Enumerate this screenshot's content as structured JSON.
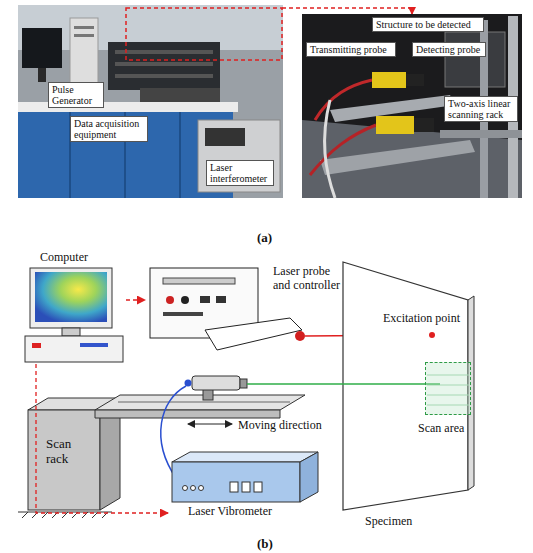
{
  "diagram": {
    "nodes": [
      {
        "text": [
          "Pulse Generator"
        ]
      },
      {
        "text": [
          "Data acquisition equipment"
        ]
      },
      {
        "text": [
          "Laser interferometer"
        ]
      },
      {
        "text": [
          "Structure to be detected"
        ]
      },
      {
        "text": [
          "Transmitting probe"
        ]
      },
      {
        "text": [
          "Detecting probe"
        ]
      },
      {
        "text": [
          "Two-axis linear scanning rack"
        ]
      },
      {
        "text": [
          "Computer"
        ]
      },
      {
        "text": [
          "Laser probe and controller"
        ]
      },
      {
        "text": [
          "Scan rack"
        ]
      },
      {
        "text": [
          "Laser Vibrometer"
        ]
      },
      {
        "text": [
          "Specimen"
        ]
      },
      {
        "text": [
          "Scan area"
        ],
        "in": 11
      }
    ],
    "edges": [
      {
        "from": 7,
        "to": 8,
        "arrow": "to"
      },
      {
        "from": 7,
        "to": 10,
        "arrow": "to"
      }
    ],
    "labels": [
      "(a)",
      "Excitation point",
      "Moving direction",
      "(b)"
    ]
  }
}
